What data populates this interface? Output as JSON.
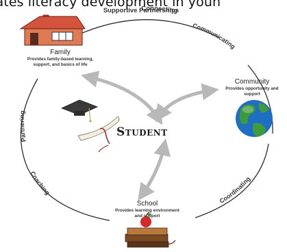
{
  "caption": "tates literacy development in youn",
  "center": {
    "title": "Student"
  },
  "ring": {
    "top": "Supportive Partnerships",
    "connecting": "Connecting",
    "communicating": "Communicating",
    "partnering": "Partnering",
    "coaching": "Coaching",
    "coordinating": "Coordinating"
  },
  "nodes": {
    "family": {
      "title": "Family",
      "description": "Provides family-based learning, support, and basics of life"
    },
    "community": {
      "title": "Community",
      "description": "Provides opportunity and support"
    },
    "school": {
      "title": "School",
      "description": "Provides learning environment and support"
    }
  },
  "colors": {
    "ring": "#2b2b2b",
    "arrow": "#b8b8b8",
    "house_wall": "#c9402e",
    "globe_water": "#1e6fc4",
    "globe_land": "#3f9b3a"
  }
}
